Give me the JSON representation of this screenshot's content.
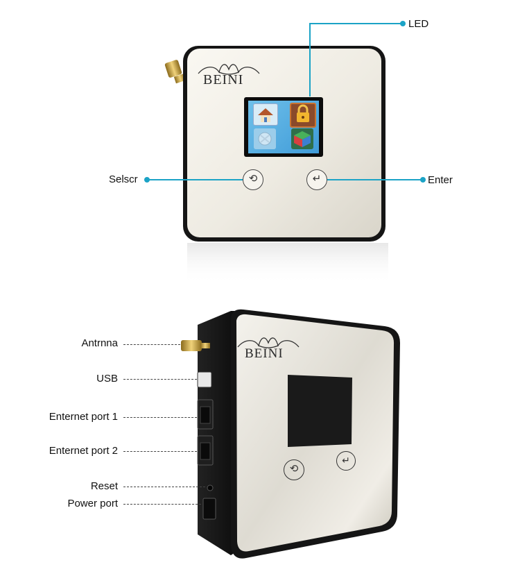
{
  "top_device": {
    "brand": "BEINI",
    "callouts": {
      "led": "LED",
      "selscr": "Selscr",
      "enter": "Enter"
    },
    "icons": [
      "home-icon",
      "lock-icon",
      "bug-icon",
      "cube-icon"
    ]
  },
  "bottom_device": {
    "brand": "BEINI",
    "ports": [
      {
        "key": "antenna",
        "label": "Antrnna"
      },
      {
        "key": "usb",
        "label": "USB"
      },
      {
        "key": "ethernet1",
        "label": "Enternet port 1"
      },
      {
        "key": "ethernet2",
        "label": "Enternet port 2"
      },
      {
        "key": "reset",
        "label": "Reset"
      },
      {
        "key": "power",
        "label": "Power port"
      }
    ]
  },
  "colors": {
    "accent": "#1ba3c6",
    "bezel": "#1b1b1b",
    "panel": "#f1eee6"
  }
}
